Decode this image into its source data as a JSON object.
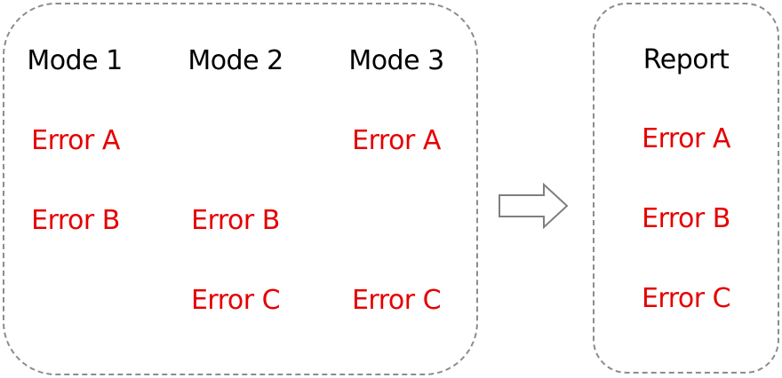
{
  "modes": [
    {
      "title": "Mode 1",
      "errors": [
        "Error A",
        "Error B",
        ""
      ]
    },
    {
      "title": "Mode 2",
      "errors": [
        "",
        "Error B",
        "Error C"
      ]
    },
    {
      "title": "Mode 3",
      "errors": [
        "Error A",
        "",
        "Error C"
      ]
    }
  ],
  "report": {
    "title": "Report",
    "errors": [
      "Error A",
      "Error B",
      "Error C"
    ]
  },
  "colors": {
    "error_text": "#e60000",
    "header_text": "#000000",
    "dashed_border": "#8c8c8c",
    "arrow_stroke": "#7f7f7f"
  },
  "icons": {
    "flow_arrow": "right-arrow-outline-icon"
  }
}
